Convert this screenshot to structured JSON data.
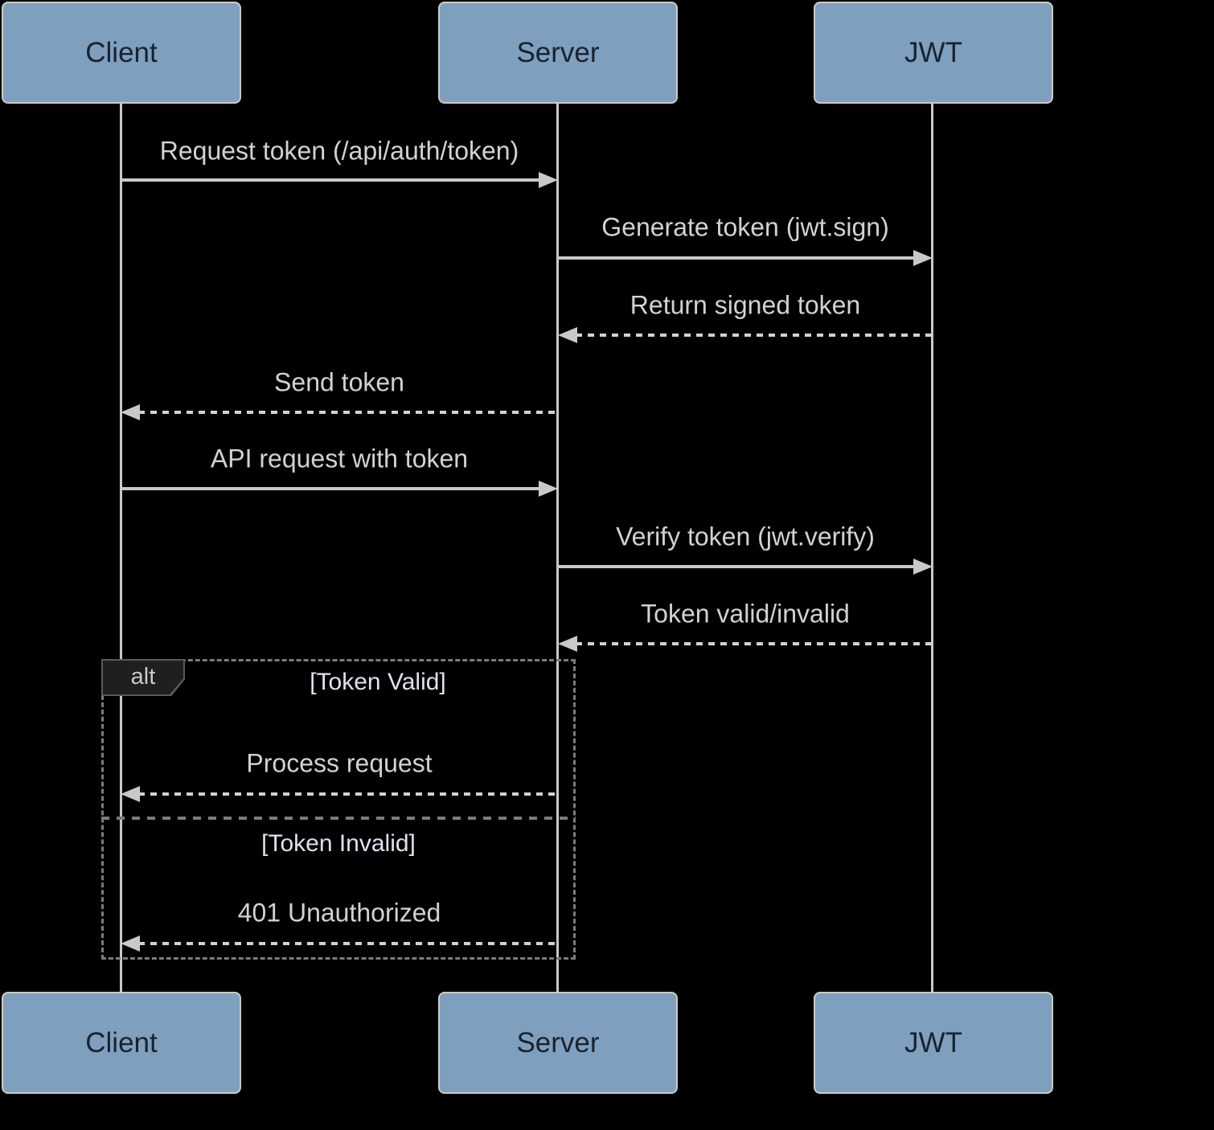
{
  "diagram_type": "sequence",
  "colors": {
    "background": "#000000",
    "actor_fill": "#7F9FBE",
    "actor_border": "#CCCBC2",
    "actor_text": "#1A222C",
    "line": "#C9C9C9",
    "message_text": "#D2D2D2",
    "condition_text": "#DEE2EF",
    "alt_border": "#7C7C7C",
    "alt_label_bg": "#1F1F1F"
  },
  "actors": [
    {
      "label": "Client"
    },
    {
      "label": "Server"
    },
    {
      "label": "JWT"
    }
  ],
  "messages": [
    {
      "label": "Request token (/api/auth/token)",
      "from": "Client",
      "to": "Server",
      "line": "solid"
    },
    {
      "label": "Generate token (jwt.sign)",
      "from": "Server",
      "to": "JWT",
      "line": "solid"
    },
    {
      "label": "Return signed token",
      "from": "JWT",
      "to": "Server",
      "line": "dashed"
    },
    {
      "label": "Send token",
      "from": "Server",
      "to": "Client",
      "line": "dashed"
    },
    {
      "label": "API request with token",
      "from": "Client",
      "to": "Server",
      "line": "solid"
    },
    {
      "label": "Verify token (jwt.verify)",
      "from": "Server",
      "to": "JWT",
      "line": "solid"
    },
    {
      "label": "Token valid/invalid",
      "from": "JWT",
      "to": "Server",
      "line": "dashed"
    }
  ],
  "alt": {
    "operator": "alt",
    "sections": [
      {
        "condition": "[Token Valid]",
        "message": {
          "label": "Process request",
          "from": "Server",
          "to": "Client",
          "line": "dashed"
        }
      },
      {
        "condition": "[Token Invalid]",
        "message": {
          "label": "401 Unauthorized",
          "from": "Server",
          "to": "Client",
          "line": "dashed"
        }
      }
    ]
  }
}
